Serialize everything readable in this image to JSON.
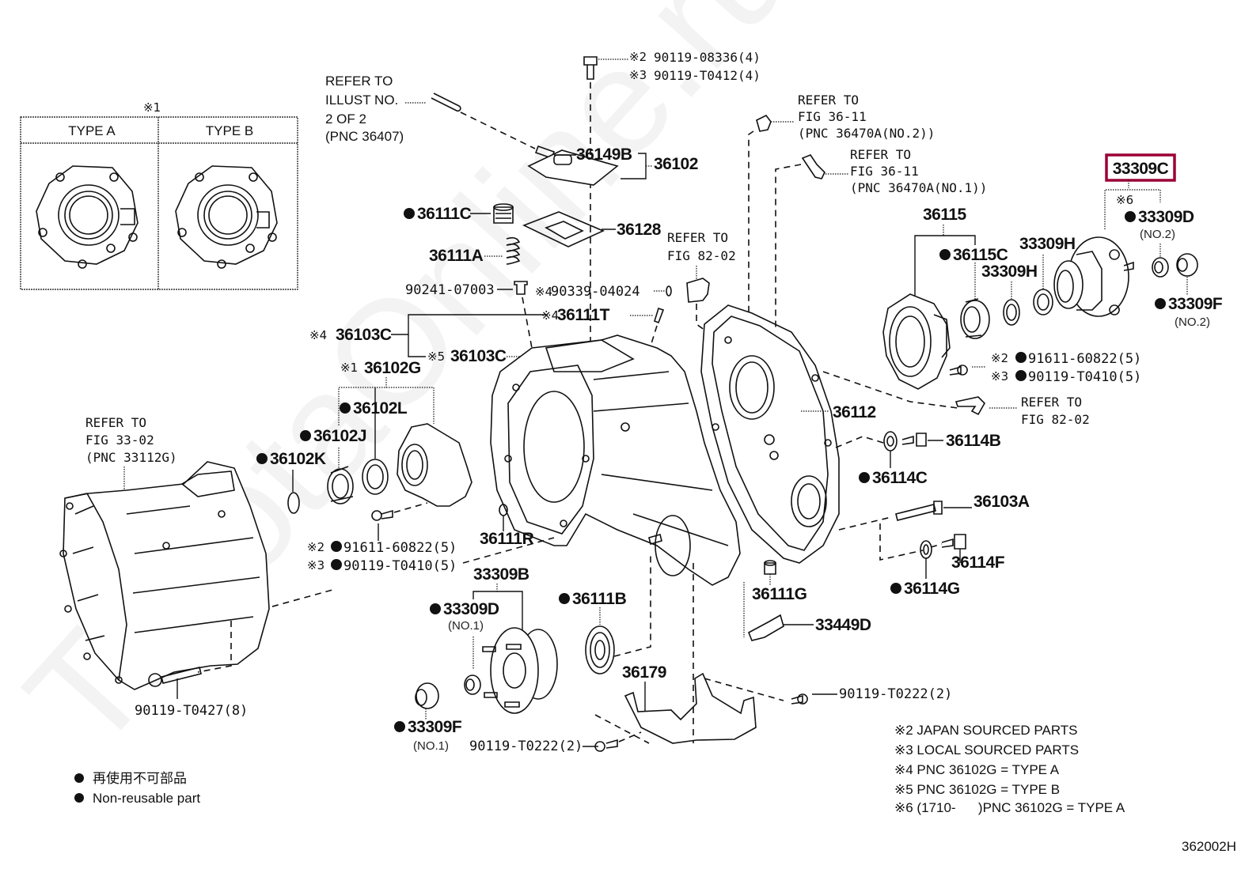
{
  "diagram": {
    "figure_id": "362002H",
    "watermark": "ToyotaOnline.ru",
    "highlighted_part": "33309C",
    "highlight_color": "#9b0036"
  },
  "type_table": {
    "note_mark": "※1",
    "columns": [
      "TYPE A",
      "TYPE B"
    ]
  },
  "callouts": {
    "p90119_08336": "90119-08336(4)",
    "p90119_08336_mark": "※2",
    "p90119_T0412": "90119-T0412(4)",
    "p90119_T0412_mark": "※3",
    "ref_illust": [
      "REFER TO",
      "ILLUST NO.",
      "2 OF 2",
      "(PNC 36407)"
    ],
    "p36149B": "36149B",
    "p36102": "36102",
    "p36111C": "36111C",
    "p36128": "36128",
    "p36111A": "36111A",
    "ref_fig_82_02_top": [
      "REFER TO",
      "FIG 82-02"
    ],
    "p90241_07003": "90241-07003",
    "p90339_04024_mark": "※4",
    "p90339_04024": "90339-04024",
    "p36111T_mark": "※4",
    "p36111T": "36111T",
    "p36103C_a_mark": "※4",
    "p36103C_a": "36103C",
    "p36103C_b_mark": "※5",
    "p36103C_b": "36103C",
    "p36102G_mark": "※1",
    "p36102G": "36102G",
    "p36102L": "36102L",
    "p36102J": "36102J",
    "p36102K": "36102K",
    "ref_fig_33_02": [
      "REFER TO",
      "FIG 33-02",
      "(PNC 33112G)"
    ],
    "left_bolt_a_mark": "※2",
    "left_bolt_a": "91611-60822(5)",
    "left_bolt_b_mark": "※3",
    "left_bolt_b": "90119-T0410(5)",
    "p36111R": "36111R",
    "p33309B": "33309B",
    "p33309D_no1": "33309D",
    "p33309D_no1_sub": "(NO.1)",
    "p36111B": "36111B",
    "p33309F_no1": "33309F",
    "p33309F_no1_sub": "(NO.1)",
    "p90119_T0222_a": "90119-T0222(2)",
    "p90119_T0427": "90119-T0427(8)",
    "p36179": "36179",
    "p90119_T0222_b": "90119-T0222(2)",
    "p36111G": "36111G",
    "p33449D": "33449D",
    "ref_fig_36_11_no2": [
      "REFER TO",
      "FIG 36-11",
      "(PNC 36470A(NO.2))"
    ],
    "ref_fig_36_11_no1": [
      "REFER TO",
      "FIG 36-11",
      "(PNC 36470A(NO.1))"
    ],
    "p33309C": "33309C",
    "p33309C_mark": "※6",
    "p33309D_no2": "33309D",
    "p33309D_no2_sub": "(NO.2)",
    "p36115": "36115",
    "p36115C": "36115C",
    "p33309H_a": "33309H",
    "p33309H_b": "33309H",
    "p33309F_no2": "33309F",
    "p33309F_no2_sub": "(NO.2)",
    "right_bolt_a_mark": "※2",
    "right_bolt_a": "91611-60822(5)",
    "right_bolt_b_mark": "※3",
    "right_bolt_b": "90119-T0410(5)",
    "ref_fig_82_02_right": [
      "REFER TO",
      "FIG 82-02"
    ],
    "p36112": "36112",
    "p36114B": "36114B",
    "p36114C": "36114C",
    "p36103A": "36103A",
    "p36114F": "36114F",
    "p36114G": "36114G"
  },
  "legend": {
    "items": [
      {
        "symbol": "●",
        "text": "再使用不可部品"
      },
      {
        "symbol": "●",
        "text": "Non-reusable part"
      }
    ]
  },
  "notes": [
    "※2 JAPAN SOURCED PARTS",
    "※3 LOCAL SOURCED PARTS",
    "※4 PNC 36102G = TYPE A",
    "※5 PNC 36102G = TYPE B",
    "※6 (1710-      )PNC 36102G = TYPE A"
  ]
}
